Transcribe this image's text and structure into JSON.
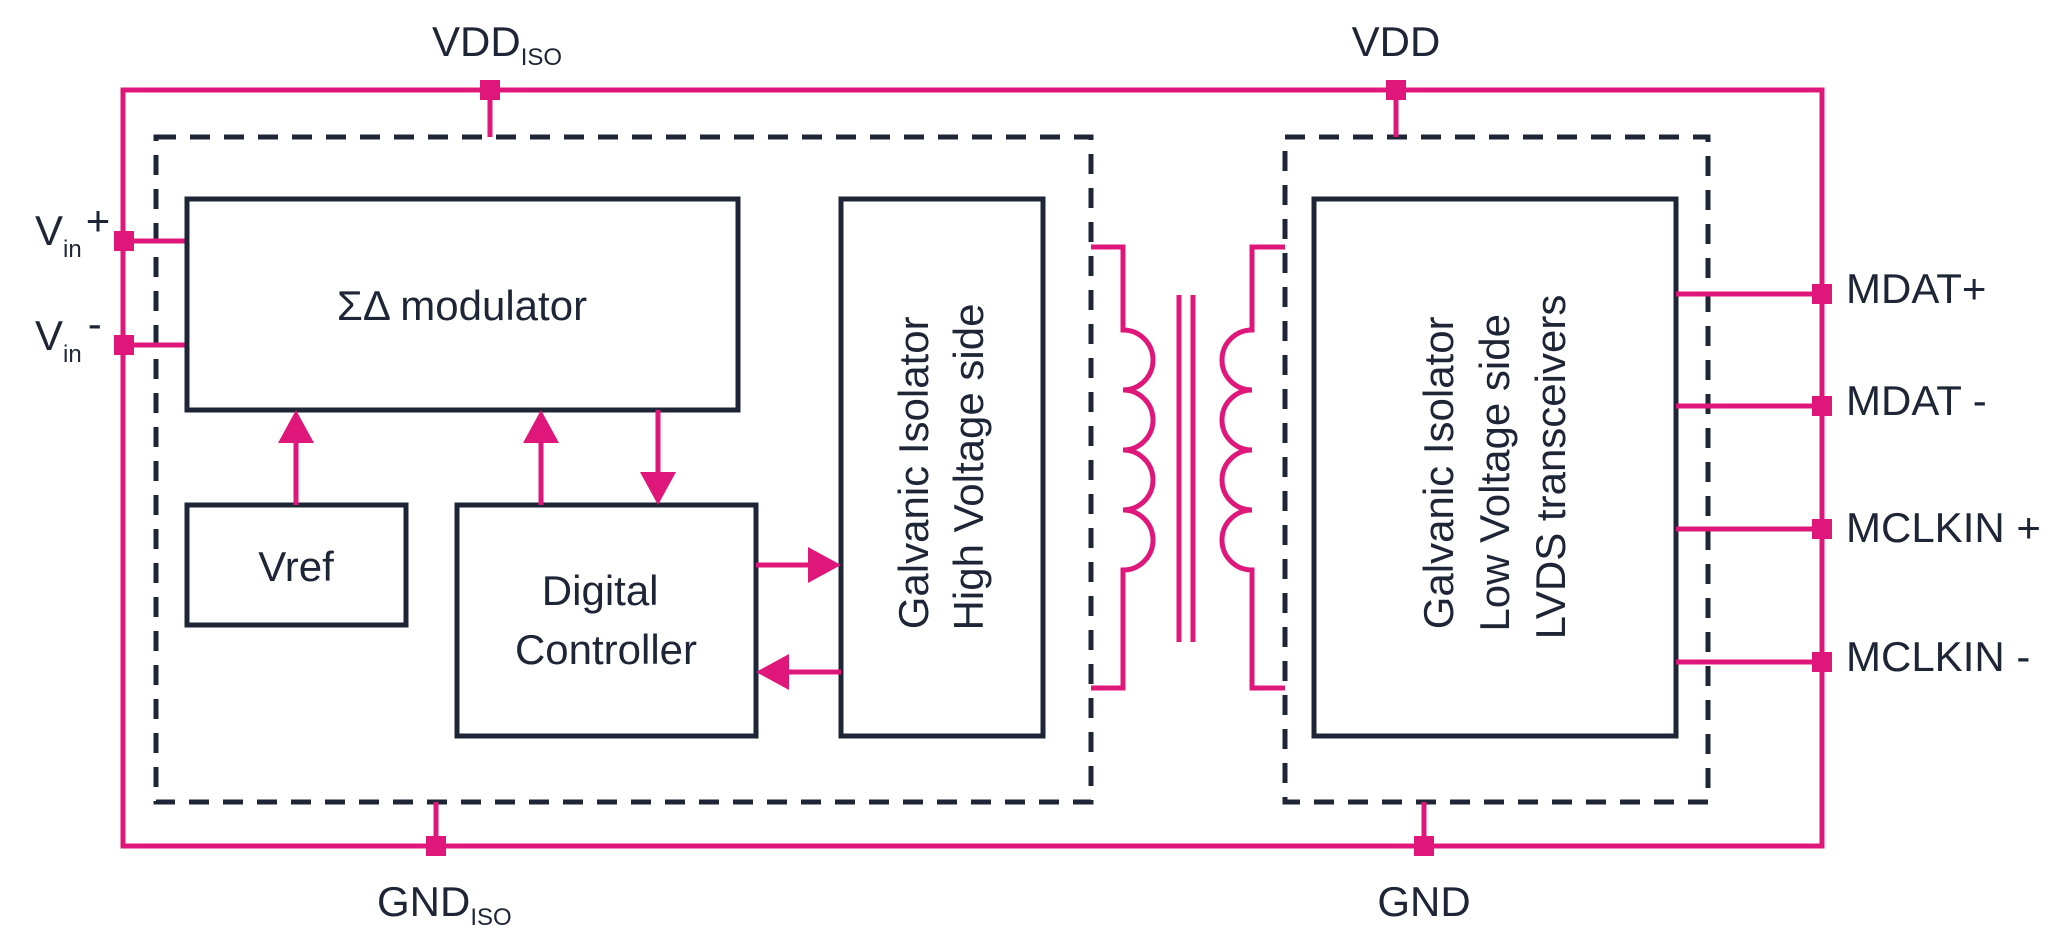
{
  "labels": {
    "vdd_iso": "VDD",
    "vdd_iso_sub": "ISO",
    "vdd": "VDD",
    "gnd_iso": "GND",
    "gnd_iso_sub": "ISO",
    "gnd": "GND",
    "vin_plus": "V",
    "vin_plus_sub": "in",
    "vin_plus_sign": "+",
    "vin_minus": "V",
    "vin_minus_sub": "in",
    "vin_minus_sign": "-",
    "mdat_plus": "MDAT+",
    "mdat_minus": "MDAT -",
    "mclkin_plus": "MCLKIN +",
    "mclkin_minus": "MCLKIN -"
  },
  "blocks": {
    "modulator": "ΣΔ modulator",
    "vref": "Vref",
    "digital_controller_line1": "Digital",
    "digital_controller_line2": "Controller",
    "hv_line1": "Galvanic Isolator",
    "hv_line2": "High Voltage side",
    "lv_line1": "Galvanic Isolator",
    "lv_line2": "Low Voltage side",
    "lv_line3": "LVDS transceivers"
  },
  "colors": {
    "wire": "#e0177a",
    "outline": "#1d2536",
    "background": "#ffffff"
  }
}
